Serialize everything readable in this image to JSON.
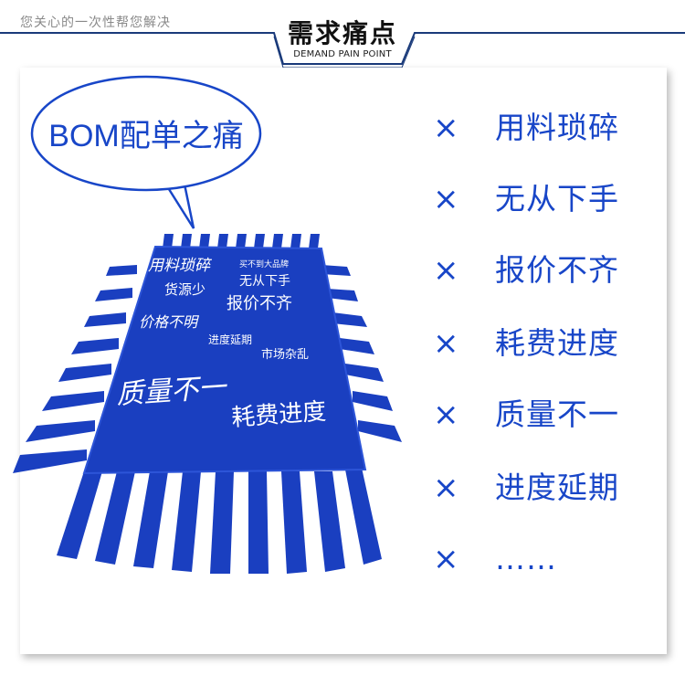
{
  "header": {
    "tagline": "您关心的一次性帮您解决",
    "title": "需求痛点",
    "subtitle": "DEMAND PAIN POINT"
  },
  "bubble": {
    "text": "BOM配单之痛"
  },
  "chip_labels": {
    "l1": "用料琐碎",
    "l2": "买不到大品牌",
    "l3": "无从下手",
    "l4": "货源少",
    "l5": "报价不齐",
    "l6": "价格不明",
    "l7": "进度延期",
    "l8": "市场杂乱",
    "l9": "质量不一",
    "l10": "耗费进度"
  },
  "pain_points": [
    {
      "mark": "×",
      "text": "用料琐碎"
    },
    {
      "mark": "×",
      "text": "无从下手"
    },
    {
      "mark": "×",
      "text": "报价不齐"
    },
    {
      "mark": "×",
      "text": "耗费进度"
    },
    {
      "mark": "×",
      "text": "质量不一"
    },
    {
      "mark": "×",
      "text": "进度延期"
    },
    {
      "mark": "×",
      "text": "……"
    }
  ],
  "colors": {
    "accent_blue": "#1846c8",
    "chip_blue": "#1a3fc0",
    "header_line": "#1a3a7a"
  }
}
